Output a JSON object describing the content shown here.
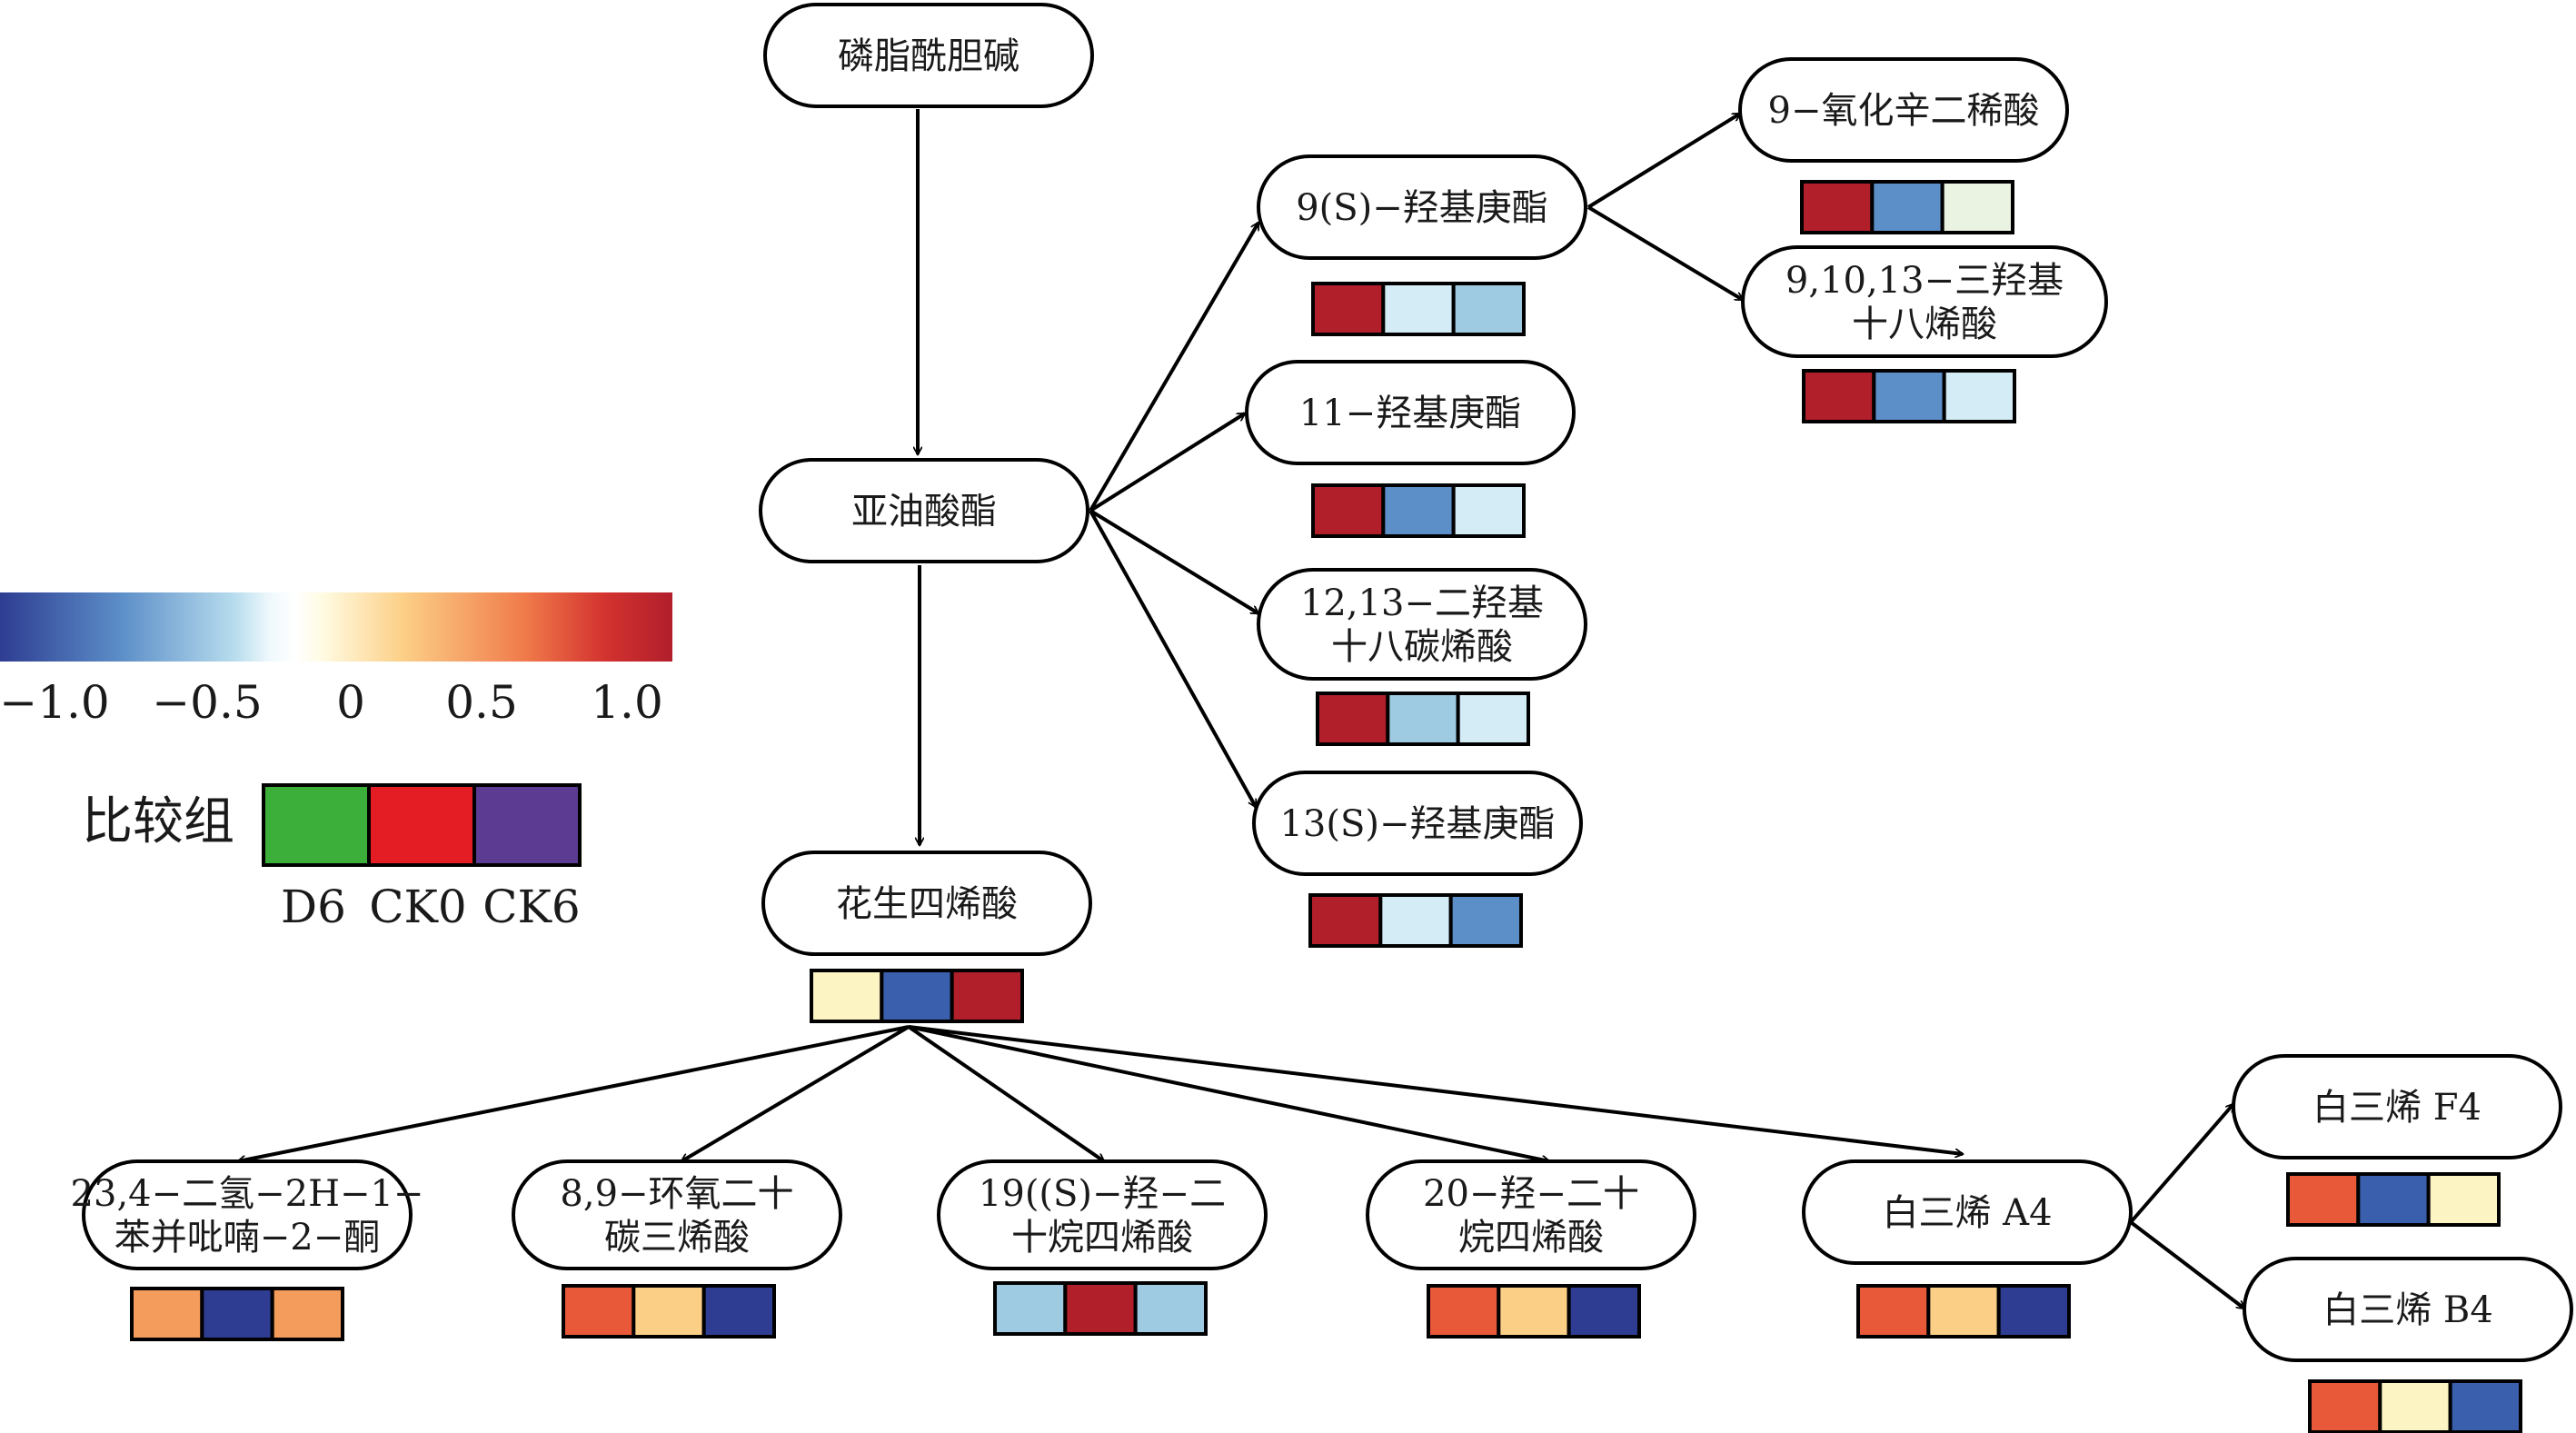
{
  "colors": {
    "dark_blue": "#2e3d92",
    "blue": "#3a5fac",
    "mid_blue": "#5c8ec8",
    "light_blue": "#9fcbe2",
    "pale_blue": "#d4ecf6",
    "pale_yellow": "#fdf4c4",
    "light_orange": "#fccf86",
    "orange": "#f49c5c",
    "red_orange": "#e8593a",
    "red": "#b11f2b",
    "near_white": "#eaf3e2",
    "group_d6": "#3cae3a",
    "group_ck0": "#e41d25",
    "group_ck6": "#5c3b93"
  },
  "legend": {
    "ticks": [
      "−1.0",
      "−0.5",
      "0",
      "0.5",
      "1.0"
    ],
    "group_title": "比较组",
    "groups": [
      "D6",
      "CK0",
      "CK6"
    ]
  },
  "nodes": [
    {
      "id": "pc",
      "lines": [
        "磷脂酰胆碱"
      ],
      "cells": []
    },
    {
      "id": "linoleate",
      "lines": [
        "亚油酸酯"
      ],
      "cells": []
    },
    {
      "id": "arachidonic",
      "lines": [
        "花生四烯酸"
      ],
      "cells": [
        "pale_yellow",
        "blue",
        "red"
      ]
    },
    {
      "id": "hode9s",
      "lines": [
        "9(S)−羟基庚酯"
      ],
      "cells": [
        "red",
        "pale_blue",
        "light_blue"
      ]
    },
    {
      "id": "hode11",
      "lines": [
        "11−羟基庚酯"
      ],
      "cells": [
        "red",
        "mid_blue",
        "pale_blue"
      ]
    },
    {
      "id": "dihome",
      "lines": [
        "12,13−二羟基",
        "十八碳烯酸"
      ],
      "cells": [
        "red",
        "light_blue",
        "pale_blue"
      ]
    },
    {
      "id": "hode13s",
      "lines": [
        "13(S)−羟基庚酯"
      ],
      "cells": [
        "red",
        "pale_blue",
        "mid_blue"
      ]
    },
    {
      "id": "oxo9",
      "lines": [
        "9−氧化辛二稀酸"
      ],
      "cells": [
        "red",
        "mid_blue",
        "near_white"
      ]
    },
    {
      "id": "trihome",
      "lines": [
        "9,10,13−三羟基",
        "十八烯酸"
      ],
      "cells": [
        "red",
        "mid_blue",
        "pale_blue"
      ]
    },
    {
      "id": "benzopyran",
      "lines": [
        "23,4−二氢−2H−1−",
        "苯并吡喃−2−酮"
      ],
      "cells": [
        "orange",
        "dark_blue",
        "orange"
      ]
    },
    {
      "id": "eet89",
      "lines": [
        "8,9−环氧二十",
        "碳三烯酸"
      ],
      "cells": [
        "red_orange",
        "light_orange",
        "dark_blue"
      ]
    },
    {
      "id": "hete19",
      "lines": [
        "19((S)−羟−二",
        "十烷四烯酸"
      ],
      "cells": [
        "light_blue",
        "red",
        "light_blue"
      ]
    },
    {
      "id": "hete20",
      "lines": [
        "20−羟−二十",
        "烷四烯酸"
      ],
      "cells": [
        "red_orange",
        "light_orange",
        "dark_blue"
      ]
    },
    {
      "id": "lta4",
      "lines": [
        "白三烯 A4"
      ],
      "cells": [
        "red_orange",
        "light_orange",
        "dark_blue"
      ]
    },
    {
      "id": "ltf4",
      "lines": [
        "白三烯 F4"
      ],
      "cells": [
        "red_orange",
        "blue",
        "pale_yellow"
      ]
    },
    {
      "id": "ltb4",
      "lines": [
        "白三烯 B4"
      ],
      "cells": [
        "red_orange",
        "pale_yellow",
        "blue"
      ]
    }
  ],
  "edges": [
    {
      "from": "pc",
      "to": "linoleate"
    },
    {
      "from": "linoleate",
      "to": "arachidonic"
    },
    {
      "from": "linoleate",
      "to": "hode9s"
    },
    {
      "from": "linoleate",
      "to": "hode11"
    },
    {
      "from": "linoleate",
      "to": "dihome"
    },
    {
      "from": "linoleate",
      "to": "hode13s"
    },
    {
      "from": "hode9s",
      "to": "oxo9"
    },
    {
      "from": "hode9s",
      "to": "trihome"
    },
    {
      "from": "arachidonic",
      "to": "benzopyran"
    },
    {
      "from": "arachidonic",
      "to": "eet89"
    },
    {
      "from": "arachidonic",
      "to": "hete19"
    },
    {
      "from": "arachidonic",
      "to": "hete20"
    },
    {
      "from": "arachidonic",
      "to": "lta4"
    },
    {
      "from": "lta4",
      "to": "ltf4"
    },
    {
      "from": "lta4",
      "to": "ltb4"
    }
  ]
}
